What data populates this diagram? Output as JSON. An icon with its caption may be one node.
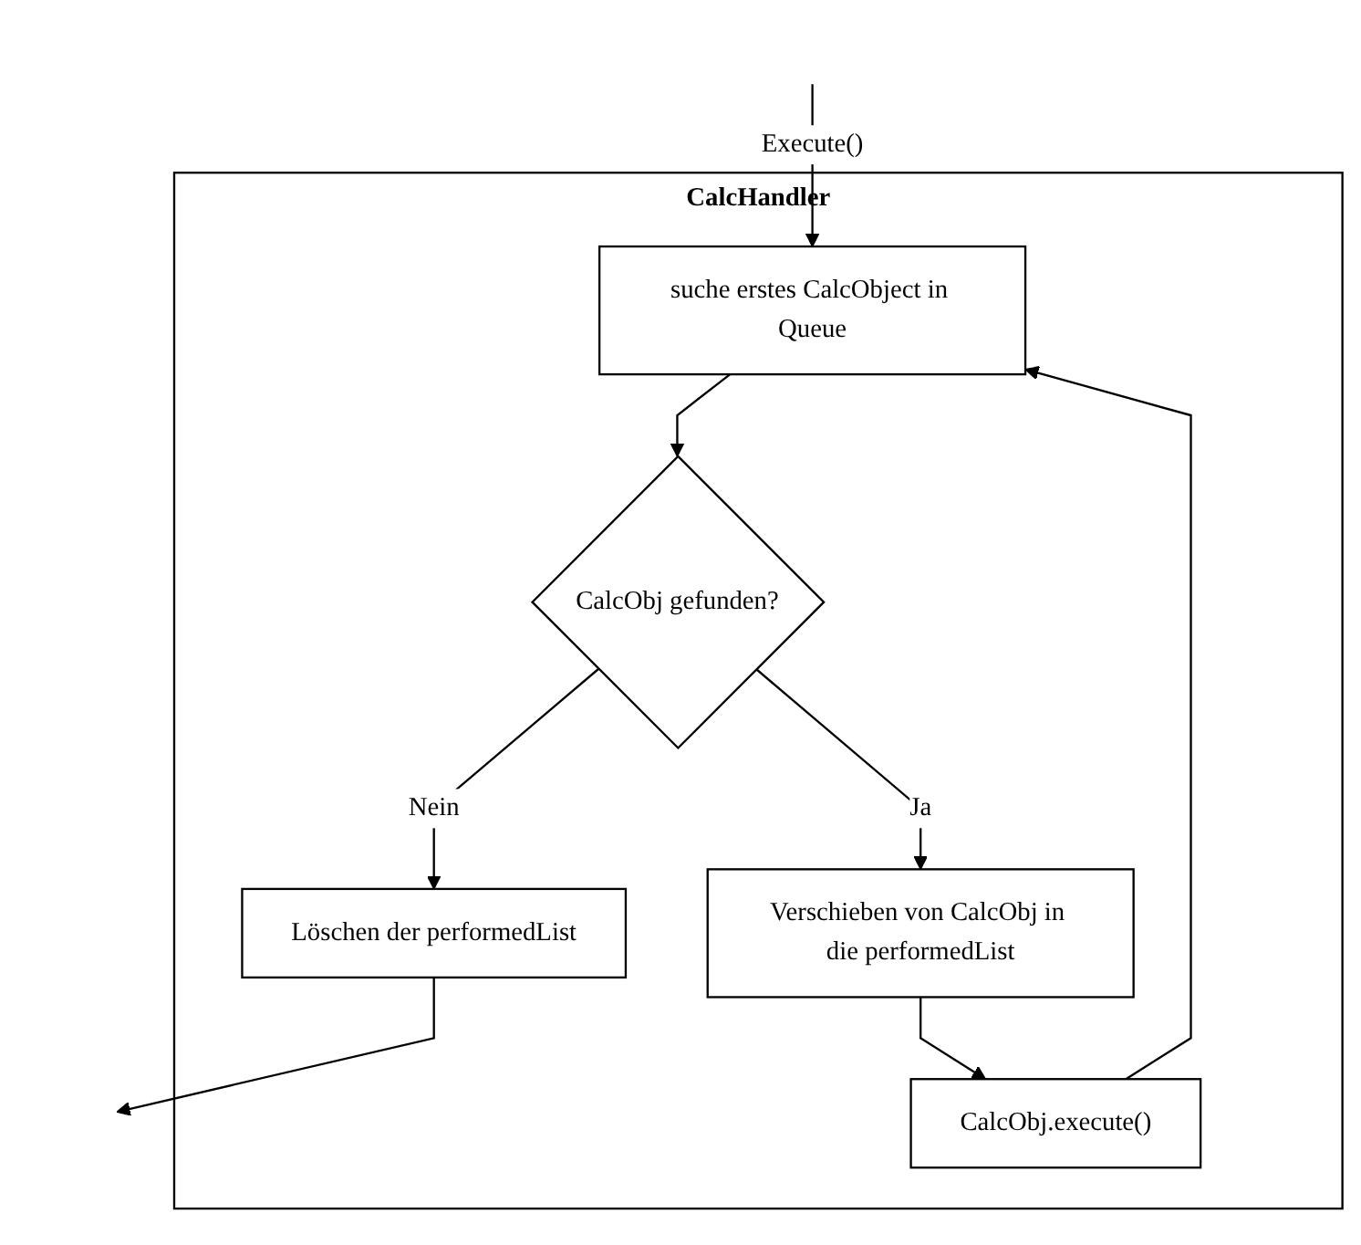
{
  "diagram": {
    "nodes": [
      {
        "text": [
          "CalcHandler"
        ]
      },
      {
        "text": [
          "suche erstes CalcObject in Queue"
        ],
        "in": 0
      },
      {
        "text": [
          "CalcObj gefunden?"
        ],
        "in": 0
      },
      {
        "text": [
          "Löschen der performedList"
        ],
        "in": 0
      },
      {
        "text": [
          "Verschieben von CalcObj in die performedList"
        ],
        "in": 0
      },
      {
        "text": [
          "CalcObj.execute()"
        ],
        "in": 0
      }
    ],
    "edges": [
      {
        "from": null,
        "to": 1,
        "arrow": "to",
        "label": "Execute()"
      },
      {
        "from": 1,
        "to": 2,
        "arrow": "to"
      },
      {
        "from": 2,
        "to": 3,
        "arrow": "to",
        "label": "Nein"
      },
      {
        "from": 2,
        "to": 4,
        "arrow": "to",
        "label": "Ja"
      },
      {
        "from": 4,
        "to": 5,
        "arrow": "to"
      },
      {
        "from": 5,
        "to": 1,
        "arrow": "to"
      },
      {
        "from": 3,
        "to": null,
        "arrow": "to"
      }
    ]
  }
}
